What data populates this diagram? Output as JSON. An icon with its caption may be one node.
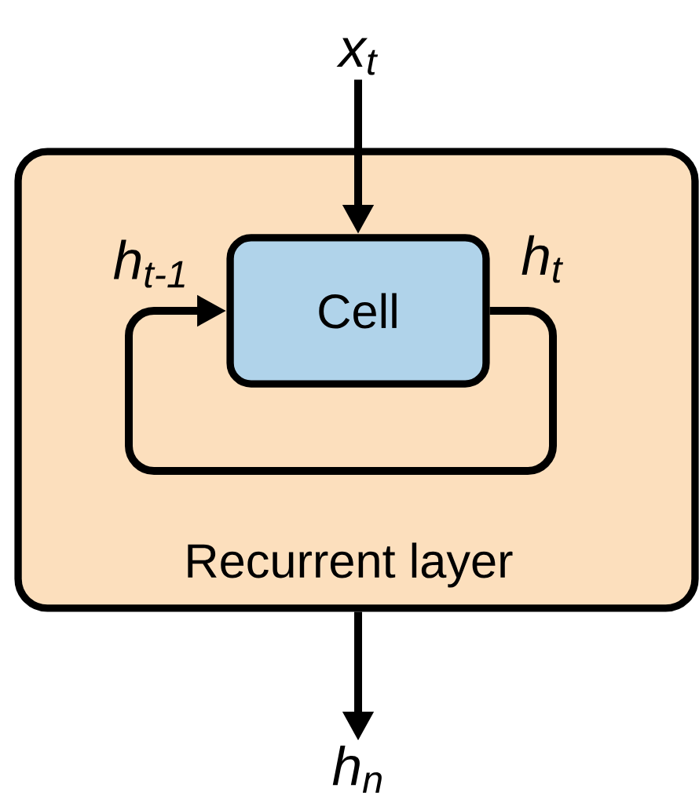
{
  "diagram": {
    "nodes": [
      {
        "text": [
          "Recurrent layer"
        ]
      },
      {
        "text": [
          "Cell"
        ],
        "in": 0
      },
      {
        "text": [
          "x$_{t}$"
        ]
      },
      {
        "text": [
          "h$_{n}$"
        ]
      }
    ],
    "edges": [
      {
        "from": 2,
        "to": 1,
        "arrow": "to"
      },
      {
        "from": 1,
        "to": 1,
        "arrow": "to"
      },
      {
        "from": 0,
        "to": 3,
        "arrow": "to"
      }
    ],
    "labels": [
      "h$_{t-1}$",
      "h$_{t}$"
    ]
  }
}
